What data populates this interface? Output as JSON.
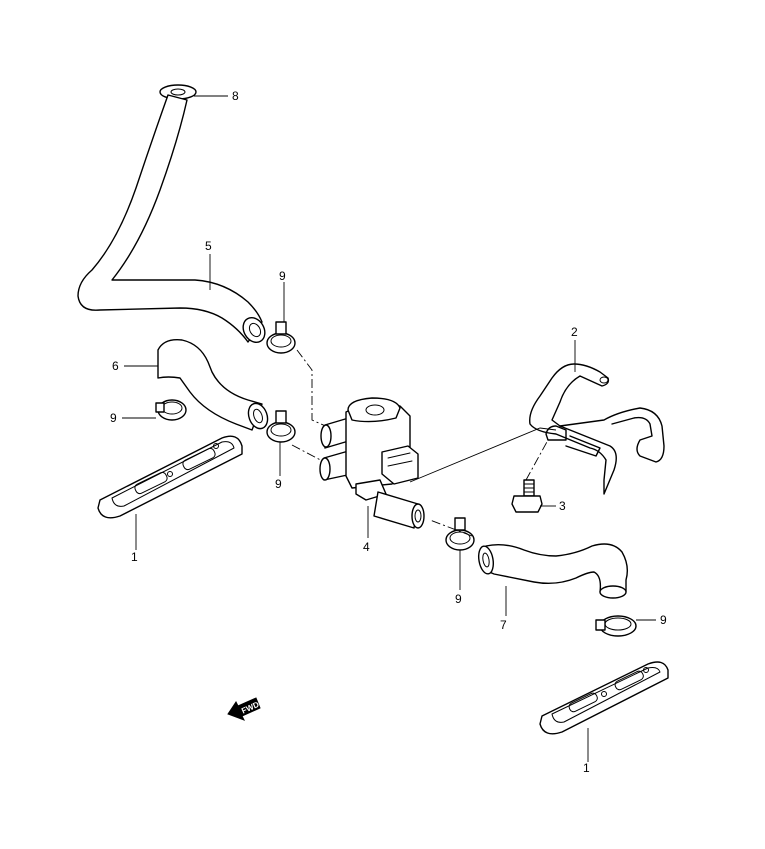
{
  "callouts": {
    "c1a": "1",
    "c1b": "1",
    "c2": "2",
    "c3": "3",
    "c4": "4",
    "c5": "5",
    "c6": "6",
    "c7": "7",
    "c8": "8",
    "c9a": "9",
    "c9b": "9",
    "c9c": "9",
    "c9d": "9",
    "c9e": "9"
  },
  "fwd_label": "FWD"
}
